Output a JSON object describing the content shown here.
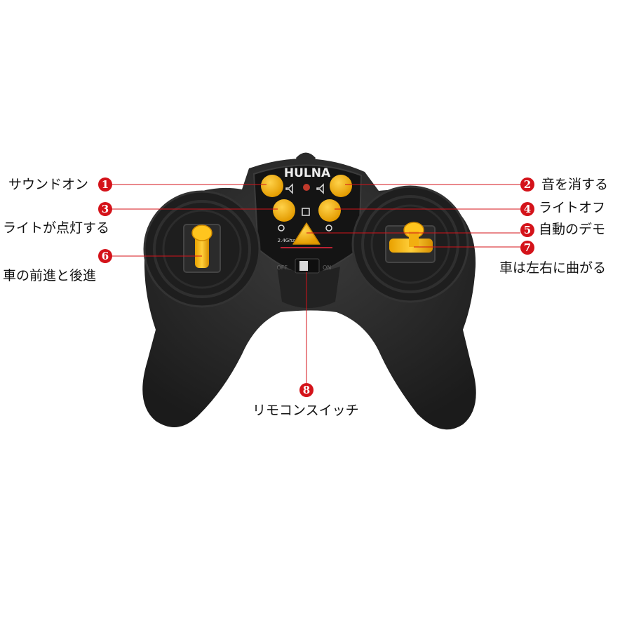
{
  "controller": {
    "brand": "HULNA",
    "freq_label": "2.4Ghz",
    "switch_off": "OFF",
    "switch_on": "ON",
    "button_color": "#f6b30e",
    "body_color": "#262626",
    "callout_color": "#d4131a"
  },
  "callouts": [
    {
      "number": "1",
      "text": "サウンドオン"
    },
    {
      "number": "2",
      "text": "音を消する"
    },
    {
      "number": "3",
      "text": "ライトが点灯する"
    },
    {
      "number": "4",
      "text": "ライトオフ"
    },
    {
      "number": "5",
      "text": "自動のデモ"
    },
    {
      "number": "6",
      "text": "車の前進と後進"
    },
    {
      "number": "7",
      "text": "車は左右に曲がる"
    },
    {
      "number": "8",
      "text": "リモコンスイッチ"
    }
  ]
}
